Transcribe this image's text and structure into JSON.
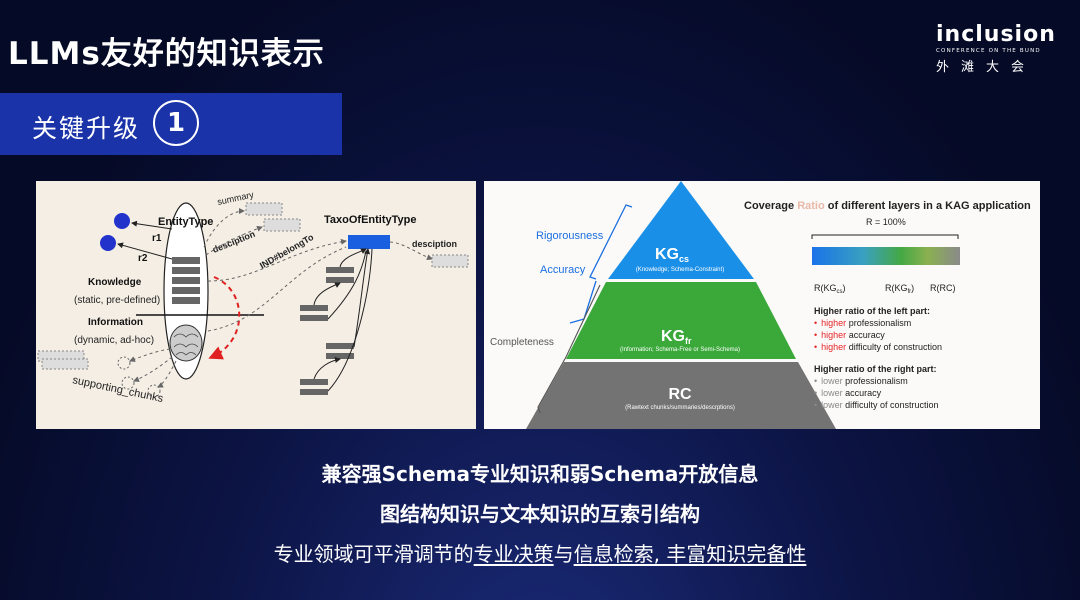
{
  "slide": {
    "title": "LLMs友好的知识表示",
    "logo": {
      "brand": "inclusion",
      "subtitle": "CONFERENCE ON THE BUND",
      "cn": "外滩大会"
    },
    "section": {
      "label": "关键升级",
      "number": "1"
    }
  },
  "left_diagram": {
    "entity_type": "EntityType",
    "r1": "r1",
    "r2": "r2",
    "summary": "summary",
    "desciption_left": "desciption",
    "ind_belong": "IND#belongTo",
    "taxo": "TaxoOfEntityType",
    "desciption_right": "desciption",
    "knowledge": "Knowledge",
    "knowledge_sub": "(static, pre-defined)",
    "information": "Information",
    "information_sub": "(dynamic, ad-hoc)",
    "supporting": "supporting_chunks"
  },
  "right_diagram": {
    "rigorousness": "Rigorousness",
    "accuracy": "Accuracy",
    "completeness": "Completeness",
    "kg_cs": "KG",
    "kg_cs_sub": "cs",
    "kg_cs_desc": "(Knowledge; Schema-Constraint)",
    "kg_fr": "KG",
    "kg_fr_sub": "fr",
    "kg_fr_desc": "(Information; Schema-Free or Semi-Schema)",
    "rc": "RC",
    "rc_desc": "(Rawtext chunks/summaries/descrptions)",
    "coverage_title_a": "Coverage ",
    "coverage_title_b": "Ratio",
    "coverage_title_c": " of different layers in a KAG application",
    "r_total": "R = 100%",
    "r_kgcs": "R(KG",
    "r_kgcs_sub": "cs",
    "r_kgfr": "R(KG",
    "r_kgfr_sub": "fr",
    "r_rc": "R(RC)",
    "close_paren": ")",
    "left_header": "Higher ratio of the left part:",
    "left_items": [
      {
        "hl": "higher",
        "rest": " professionalism"
      },
      {
        "hl": "higher",
        "rest": " accuracy"
      },
      {
        "hl": "higher",
        "rest": " difficulty of construction"
      }
    ],
    "right_header": "Higher ratio of the right part:",
    "right_items": [
      {
        "hl": "lower",
        "rest": " professionalism"
      },
      {
        "hl": "lower",
        "rest": " accuracy"
      },
      {
        "hl": "lower",
        "rest": " difficulty of construction"
      }
    ],
    "bullet": "•",
    "colors": {
      "top": "#1a8fe8",
      "middle": "#3aa93a",
      "bottom": "#737373",
      "highlight": "#e8262a",
      "muted": "#8a8a8a"
    }
  },
  "captions": {
    "line1": "兼容强Schema专业知识和弱Schema开放信息",
    "line2": "图结构知识与文本知识的互索引结构",
    "line3_a": "专业领域可平滑调节的",
    "line3_b": "专业决策",
    "line3_c": "与",
    "line3_d": "信息检索, 丰富知识完备性"
  }
}
